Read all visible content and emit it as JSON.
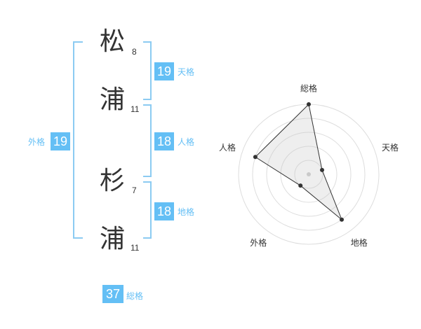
{
  "name_chars": [
    {
      "char": "松",
      "strokes": "8"
    },
    {
      "char": "浦",
      "strokes": "11"
    },
    {
      "char": "杉",
      "strokes": "7"
    },
    {
      "char": "浦",
      "strokes": "11"
    }
  ],
  "fortunes": {
    "tenkaku": {
      "value": "19",
      "label": "天格"
    },
    "jinkaku": {
      "value": "18",
      "label": "人格"
    },
    "chikaku": {
      "value": "18",
      "label": "地格"
    },
    "gaikaku": {
      "value": "19",
      "label": "外格"
    },
    "soukaku": {
      "value": "37",
      "label": "総格"
    }
  },
  "colors": {
    "accent": "#64bff5",
    "bracket": "#8ccbf2",
    "text": "#333333"
  },
  "chart_data": {
    "type": "radar",
    "axes": [
      "総格",
      "天格",
      "地格",
      "外格",
      "人格"
    ],
    "scale_max": 5,
    "rings": 5,
    "values": [
      5,
      1,
      4,
      1,
      4
    ]
  }
}
